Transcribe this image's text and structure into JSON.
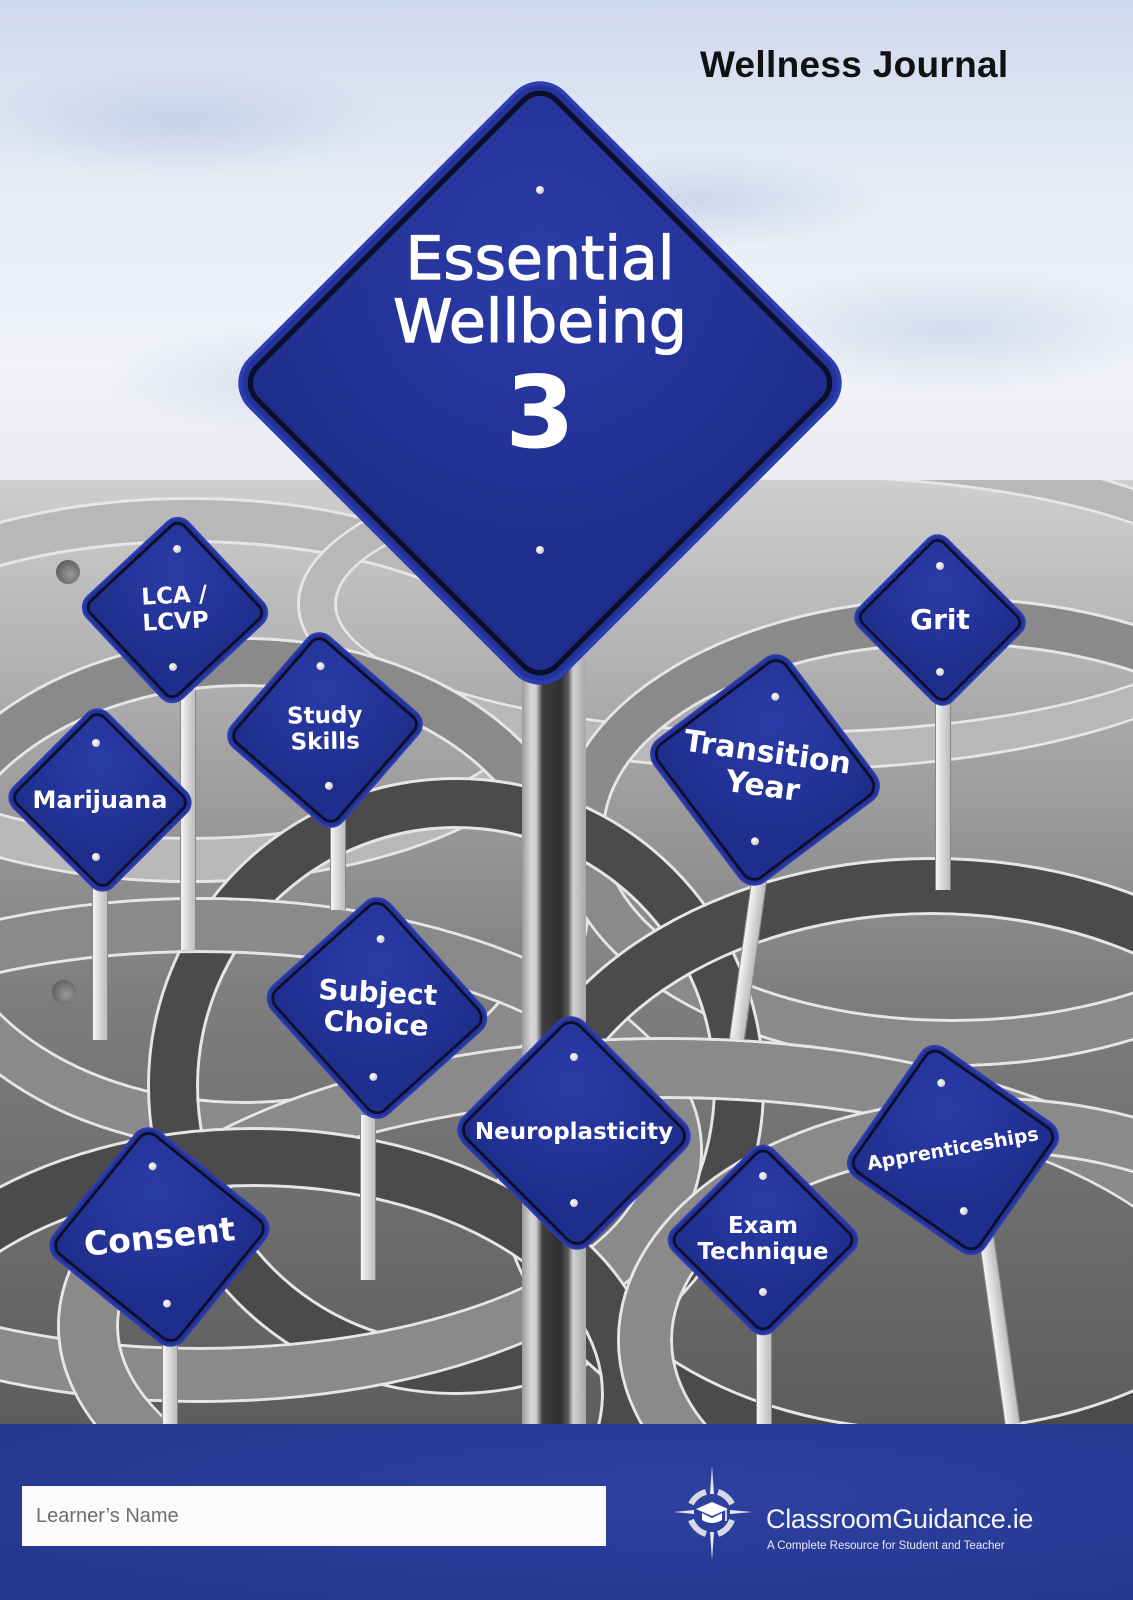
{
  "cover": {
    "journal_label": "Wellness Journal",
    "main_sign": {
      "line1": "Essential",
      "line2": "Wellbeing",
      "number": "3"
    },
    "topic_signs": [
      {
        "id": "lca-lcvp",
        "lines": [
          "LCA /",
          "LCVP"
        ]
      },
      {
        "id": "study-skills",
        "lines": [
          "Study",
          "Skills"
        ]
      },
      {
        "id": "marijuana",
        "lines": [
          "Marijuana"
        ]
      },
      {
        "id": "grit",
        "lines": [
          "Grit"
        ]
      },
      {
        "id": "transition-year",
        "lines": [
          "Transition",
          "Year"
        ]
      },
      {
        "id": "subject-choice",
        "lines": [
          "Subject",
          "Choice"
        ]
      },
      {
        "id": "neuroplasticity",
        "lines": [
          "Neuroplasticity"
        ]
      },
      {
        "id": "consent",
        "lines": [
          "Consent"
        ]
      },
      {
        "id": "exam-technique",
        "lines": [
          "Exam",
          "Technique"
        ]
      },
      {
        "id": "apprenticeships",
        "lines": [
          "Apprenticeships"
        ]
      }
    ]
  },
  "footer": {
    "name_field": {
      "placeholder": "Learner’s Name",
      "value": ""
    },
    "brand": {
      "icon": "compass-graduation-cap-icon",
      "name": "ClassroomGuidance.ie",
      "tagline": "A Complete Resource for Student and Teacher"
    }
  },
  "colors": {
    "sign_blue": "#23339a",
    "footer_blue": "#283a94",
    "sign_border": "#0b0f2a",
    "text_white": "#ffffff",
    "title_black": "#111111"
  }
}
